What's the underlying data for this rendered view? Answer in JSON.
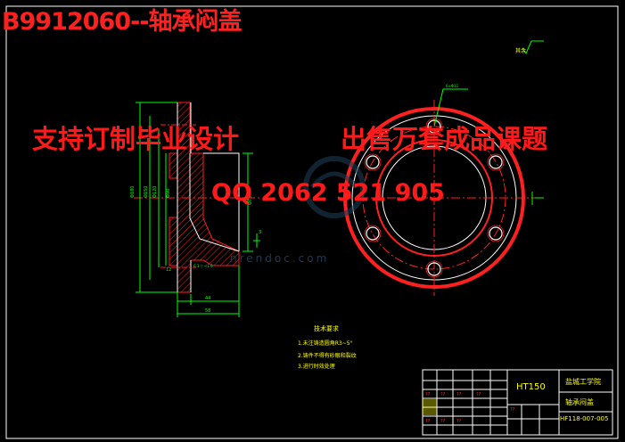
{
  "watermark": {
    "title": "B9912060--轴承闷盖",
    "slogan_left": "支持订制毕业设计",
    "slogan_right": "出售万套成品课题",
    "qq": "QQ 2062 521 905",
    "site": "nrendoc.com"
  },
  "technical_requirements": {
    "title": "技术要求",
    "items": [
      "1.未注铸造圆角R3~5°",
      "2.铸件不得有砂眼和裂纹",
      "3.进行时效处理"
    ]
  },
  "title_block": {
    "material": "HT150",
    "school": "盐城工学院",
    "part_name": "轴承闷盖",
    "drawing_no": "HF118-007-005",
    "small_marks": [
      "??",
      "??",
      "??",
      "??",
      "??",
      "??",
      "??",
      "??"
    ]
  },
  "roughness_note": "其余",
  "colors": {
    "background": "#000000",
    "outline": "#ffffff",
    "part": "#ff2020",
    "dimension": "#00ff00",
    "centerline": "#ff2020",
    "hatch": "#ff2020",
    "text": "#ffff00",
    "watermark": "#ff1a1a"
  }
}
